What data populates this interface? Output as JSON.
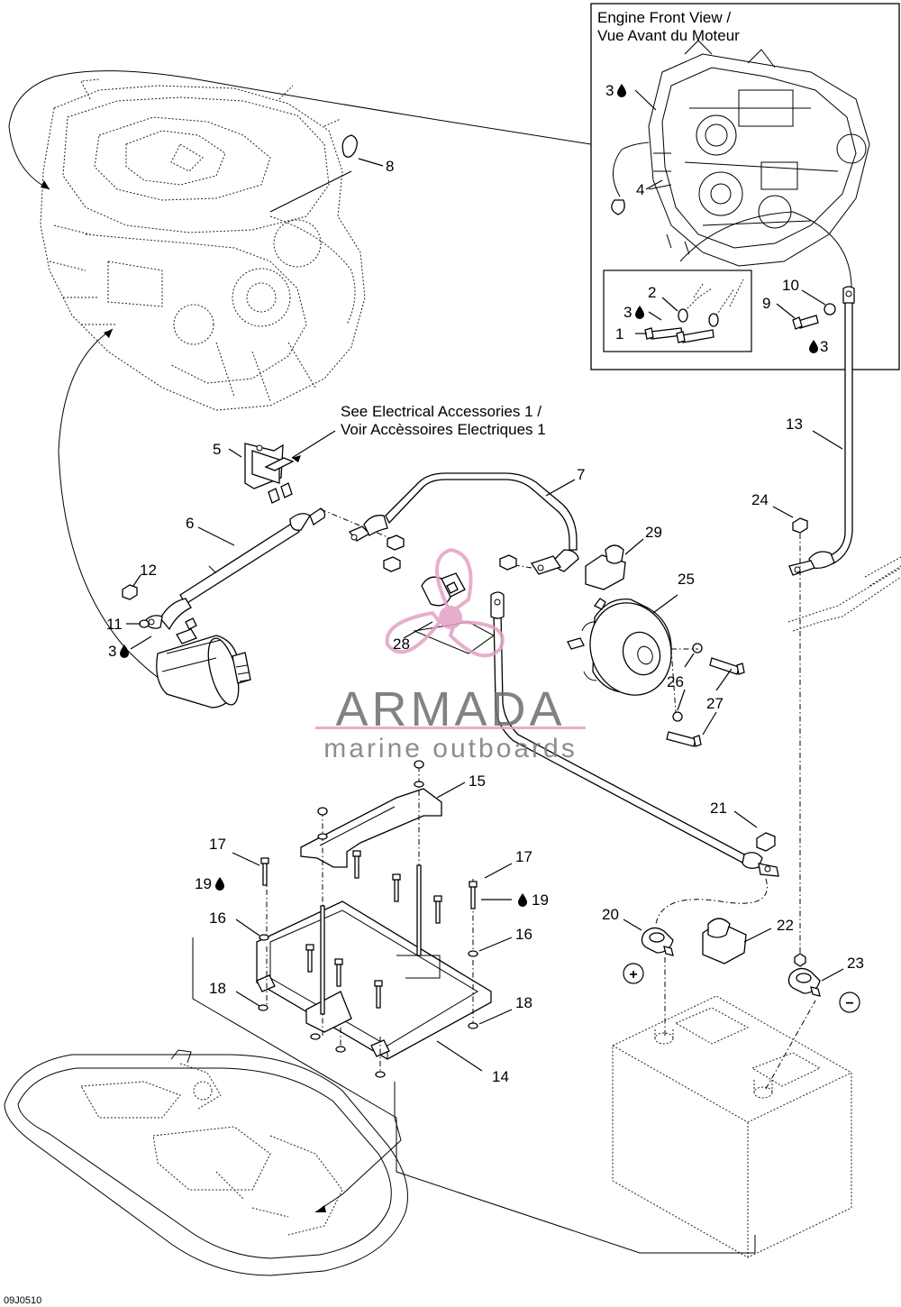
{
  "inset": {
    "title_line1": "Engine Front View /",
    "title_line2": "Vue Avant du Moteur"
  },
  "note": {
    "line1": "See Electrical Accessories 1 /",
    "line2": "Voir Accèssoires Electriques 1"
  },
  "watermark": {
    "brand": "ARMADA",
    "tagline": "marine outboards",
    "accent_color": "#e3a0c4"
  },
  "drawing_code": "09J0510",
  "callouts": {
    "c1": "1",
    "c2": "2",
    "c3a": "3",
    "c3b": "3",
    "c3c": "3",
    "c3d": "3",
    "c4": "4",
    "c5": "5",
    "c6": "6",
    "c7": "7",
    "c8": "8",
    "c9": "9",
    "c10": "10",
    "c11": "11",
    "c12": "12",
    "c13": "13",
    "c14": "14",
    "c15": "15",
    "c16a": "16",
    "c16b": "16",
    "c17a": "17",
    "c17b": "17",
    "c18a": "18",
    "c18b": "18",
    "c19a": "19",
    "c19b": "19",
    "c20": "20",
    "c21": "21",
    "c22": "22",
    "c23": "23",
    "c24": "24",
    "c25": "25",
    "c26": "26",
    "c27": "27",
    "c28": "28",
    "c29": "29"
  },
  "polarity": {
    "positive": "+",
    "negative": "−"
  },
  "icons": {
    "adhesive": "drop-icon"
  }
}
